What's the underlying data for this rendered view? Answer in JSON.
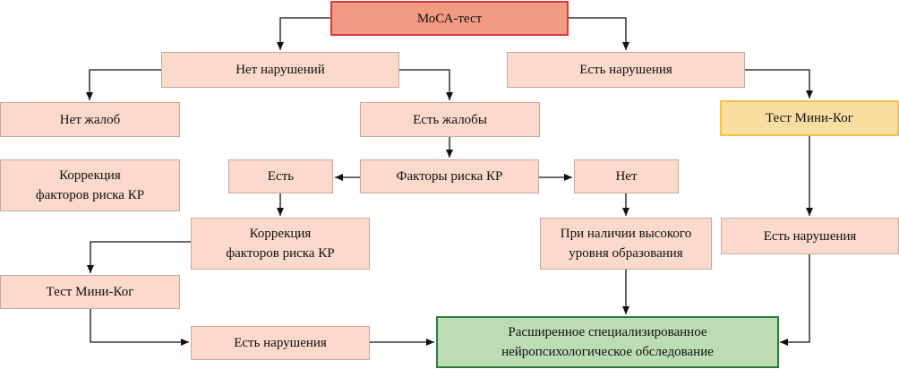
{
  "nodes": {
    "moca": "МоСА-тест",
    "no_impairment": "Нет нарушений",
    "has_impairment": "Есть нарушения",
    "no_complaints": "Нет жалоб",
    "has_complaints": "Есть жалобы",
    "mini_cog_right": "Тест Мини-Ког",
    "correction_left": "Коррекция\nфакторов риска КР",
    "risk_factors": "Факторы риска КР",
    "yes": "Есть",
    "no": "Нет",
    "correction_mid": "Коррекция\nфакторов риска КР",
    "high_education": "При наличии высокого\nуровня образования",
    "impairment_right": "Есть нарушения",
    "mini_cog_left": "Тест Мини-Ког",
    "impairment_bottom": "Есть нарушения",
    "extended_exam": "Расширенное специализированное\nнейропсихологическое обследование"
  },
  "colors": {
    "default_fill": "#fbd9cb",
    "top_fill": "#f39b82",
    "top_border": "#d63a3a",
    "mini_cog_fill": "#f9dda1",
    "mini_cog_border": "#f1c447",
    "final_fill": "#bcdcb3",
    "final_border": "#2e7d3e"
  }
}
